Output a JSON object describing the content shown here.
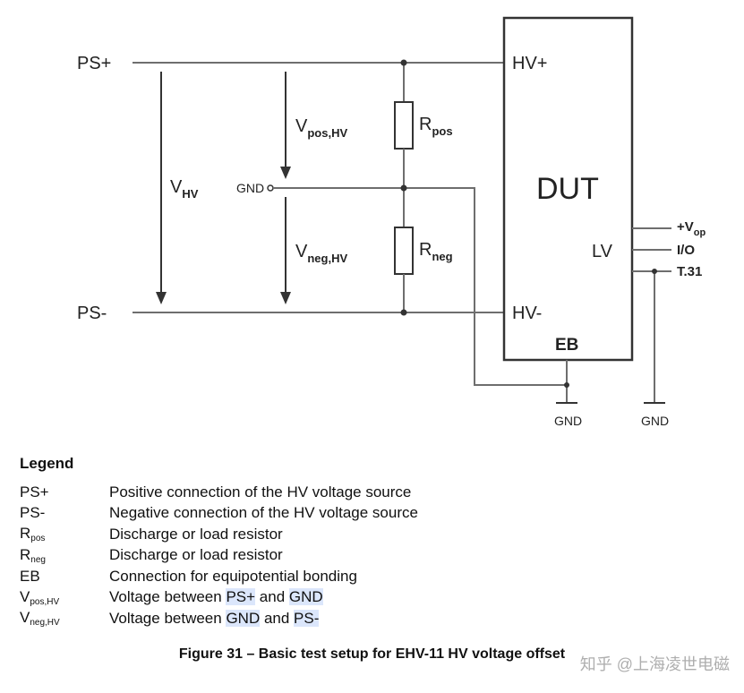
{
  "diagram": {
    "rail_pos_label": "PS+",
    "rail_neg_label": "PS-",
    "vhv_main": "V",
    "vhv_sub": "HV",
    "vpos_main": "V",
    "vpos_sub": "pos,HV",
    "vneg_main": "V",
    "vneg_sub": "neg,HV",
    "gnd_mid_label": "GND",
    "rpos_main": "R",
    "rpos_sub": "pos",
    "rneg_main": "R",
    "rneg_sub": "neg",
    "dut_label": "DUT",
    "pin_hv_plus": "HV+",
    "pin_hv_minus": "HV-",
    "pin_lv": "LV",
    "pin_eb": "EB",
    "lv_vop_main": "+V",
    "lv_vop_sub": "op",
    "lv_io": "I/O",
    "lv_t31": "T.31",
    "gnd_eb": "GND",
    "gnd_lv": "GND"
  },
  "legend": {
    "title": "Legend",
    "items": [
      {
        "key": "PS+",
        "sub": "",
        "desc": "Positive connection of the HV voltage source"
      },
      {
        "key": "PS-",
        "sub": "",
        "desc": "Negative connection of the HV voltage source"
      },
      {
        "key": "R",
        "sub": "pos",
        "desc": "Discharge or load resistor"
      },
      {
        "key": "R",
        "sub": "neg",
        "desc": "Discharge or load resistor"
      },
      {
        "key": "EB",
        "sub": "",
        "desc": "Connection for equipotential bonding"
      },
      {
        "key": "V",
        "sub": "pos,HV",
        "desc_parts": [
          "Voltage between ",
          "PS+",
          " and ",
          "GND"
        ]
      },
      {
        "key": "V",
        "sub": "neg,HV",
        "desc_parts": [
          "Voltage between ",
          "GND",
          " and ",
          "PS-"
        ]
      }
    ]
  },
  "caption": "Figure 31 – Basic test setup for EHV-11 HV voltage offset",
  "watermark": "知乎 @上海凌世电磁"
}
